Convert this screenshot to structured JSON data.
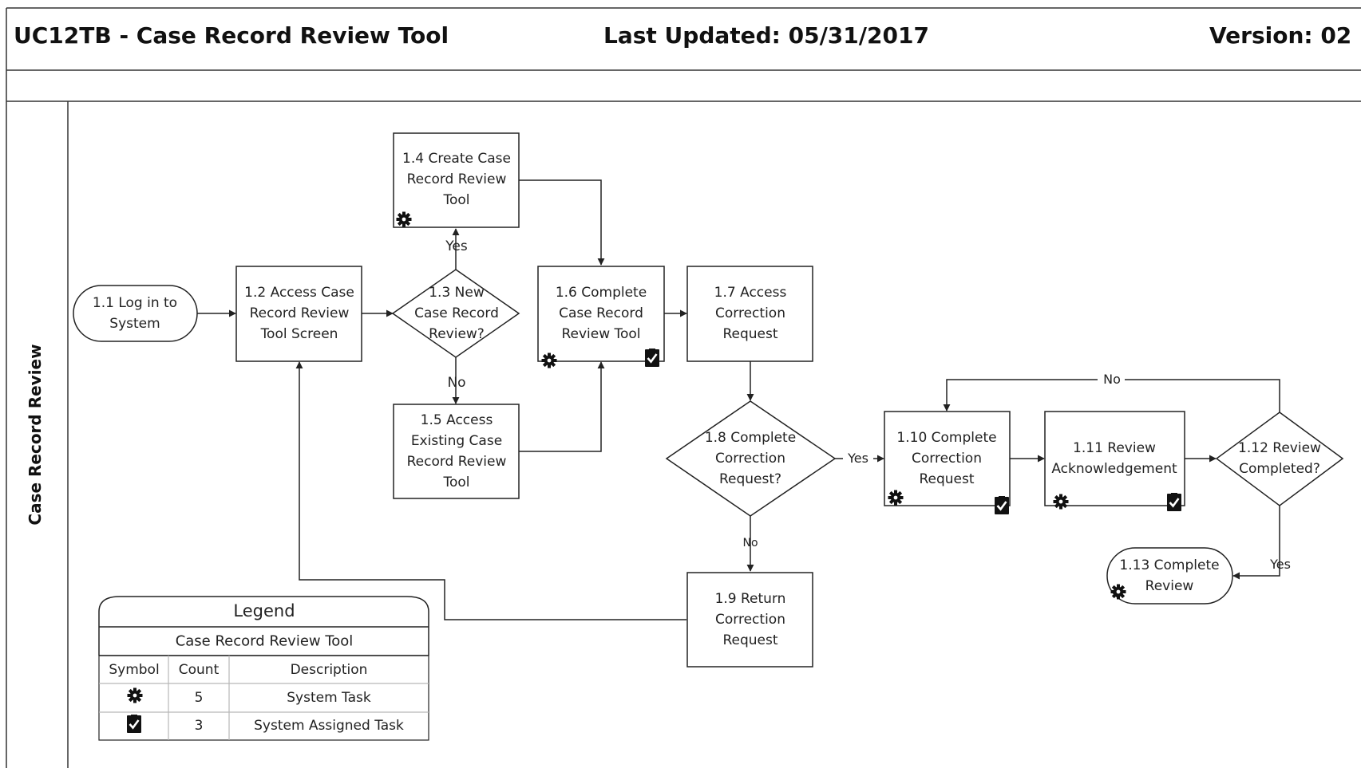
{
  "header": {
    "title": "UC12TB - Case Record Review Tool",
    "last_updated": "Last Updated: 05/31/2017",
    "version": "Version: 02"
  },
  "lane": {
    "label": "Case Record Review"
  },
  "nodes": {
    "n1_1": {
      "line1": "1.1 Log in to",
      "line2": "System"
    },
    "n1_2": {
      "line1": "1.2 Access Case",
      "line2": "Record Review",
      "line3": "Tool Screen"
    },
    "n1_3": {
      "line1": "1.3 New",
      "line2": "Case Record",
      "line3": "Review?"
    },
    "n1_4": {
      "line1": "1.4 Create Case",
      "line2": "Record Review",
      "line3": "Tool"
    },
    "n1_5": {
      "line1": "1.5 Access",
      "line2": "Existing Case",
      "line3": "Record Review",
      "line4": "Tool"
    },
    "n1_6": {
      "line1": "1.6 Complete",
      "line2": "Case Record",
      "line3": "Review Tool"
    },
    "n1_7": {
      "line1": "1.7 Access",
      "line2": "Correction",
      "line3": "Request"
    },
    "n1_8": {
      "line1": "1.8 Complete",
      "line2": "Correction",
      "line3": "Request?"
    },
    "n1_9": {
      "line1": "1.9 Return",
      "line2": "Correction",
      "line3": "Request"
    },
    "n1_10": {
      "line1": "1.10 Complete",
      "line2": "Correction",
      "line3": "Request"
    },
    "n1_11": {
      "line1": "1.11 Review",
      "line2": "Acknowledgement"
    },
    "n1_12": {
      "line1": "1.12 Review",
      "line2": "Completed?"
    },
    "n1_13": {
      "line1": "1.13 Complete",
      "line2": "Review"
    }
  },
  "edge_labels": {
    "yes_1_3": "Yes",
    "no_1_3": "No",
    "yes_1_8": "Yes",
    "no_1_8": "No",
    "no_1_12": "No",
    "yes_1_12": "Yes"
  },
  "legend": {
    "title": "Legend",
    "subtitle": "Case Record Review Tool",
    "headers": {
      "symbol": "Symbol",
      "count": "Count",
      "description": "Description"
    },
    "rows": [
      {
        "icon": "gear-icon",
        "count": "5",
        "description": "System Task"
      },
      {
        "icon": "checkbox-icon",
        "count": "3",
        "description": "System Assigned Task"
      }
    ]
  },
  "colors": {
    "line": "#333333",
    "icon": "#111111"
  }
}
